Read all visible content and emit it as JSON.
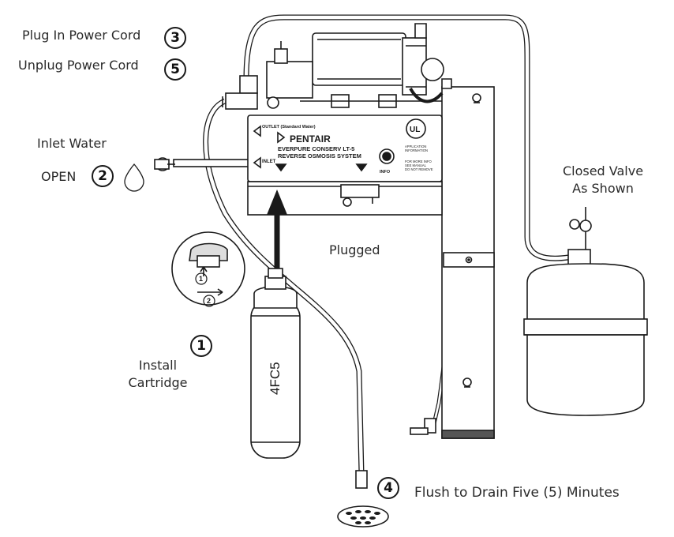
{
  "labels": {
    "plug_in": "Plug In Power Cord",
    "unplug": "Unplug Power Cord",
    "inlet_water": "Inlet Water",
    "open": "OPEN",
    "closed_valve_1": "Closed Valve",
    "closed_valve_2": "As Shown",
    "plugged": "Plugged",
    "install_1": "Install",
    "install_2": "Cartridge",
    "flush": "Flush to Drain Five (5) Minutes"
  },
  "steps": {
    "plug_in": "3",
    "unplug": "5",
    "open": "2",
    "install": "1",
    "flush": "4",
    "inset_1": "1",
    "inset_2": "2"
  },
  "unit_text": {
    "brand": "PENTAIR",
    "model": "EVERPURE CONSERV LT-5",
    "system": "REVERSE OSMOSIS SYSTEM",
    "outlet": "OUTLET (Standard Water)",
    "inlet": "INLET",
    "ul": "UL",
    "info": "INFO",
    "side_note_1": "APPLICATION",
    "side_note_2": "INFORMATION",
    "side_note_3": "FOR MORE INFO",
    "side_note_4": "SEE MANUAL",
    "side_note_5": "DO NOT REMOVE"
  },
  "cartridge_model": "4FC5"
}
